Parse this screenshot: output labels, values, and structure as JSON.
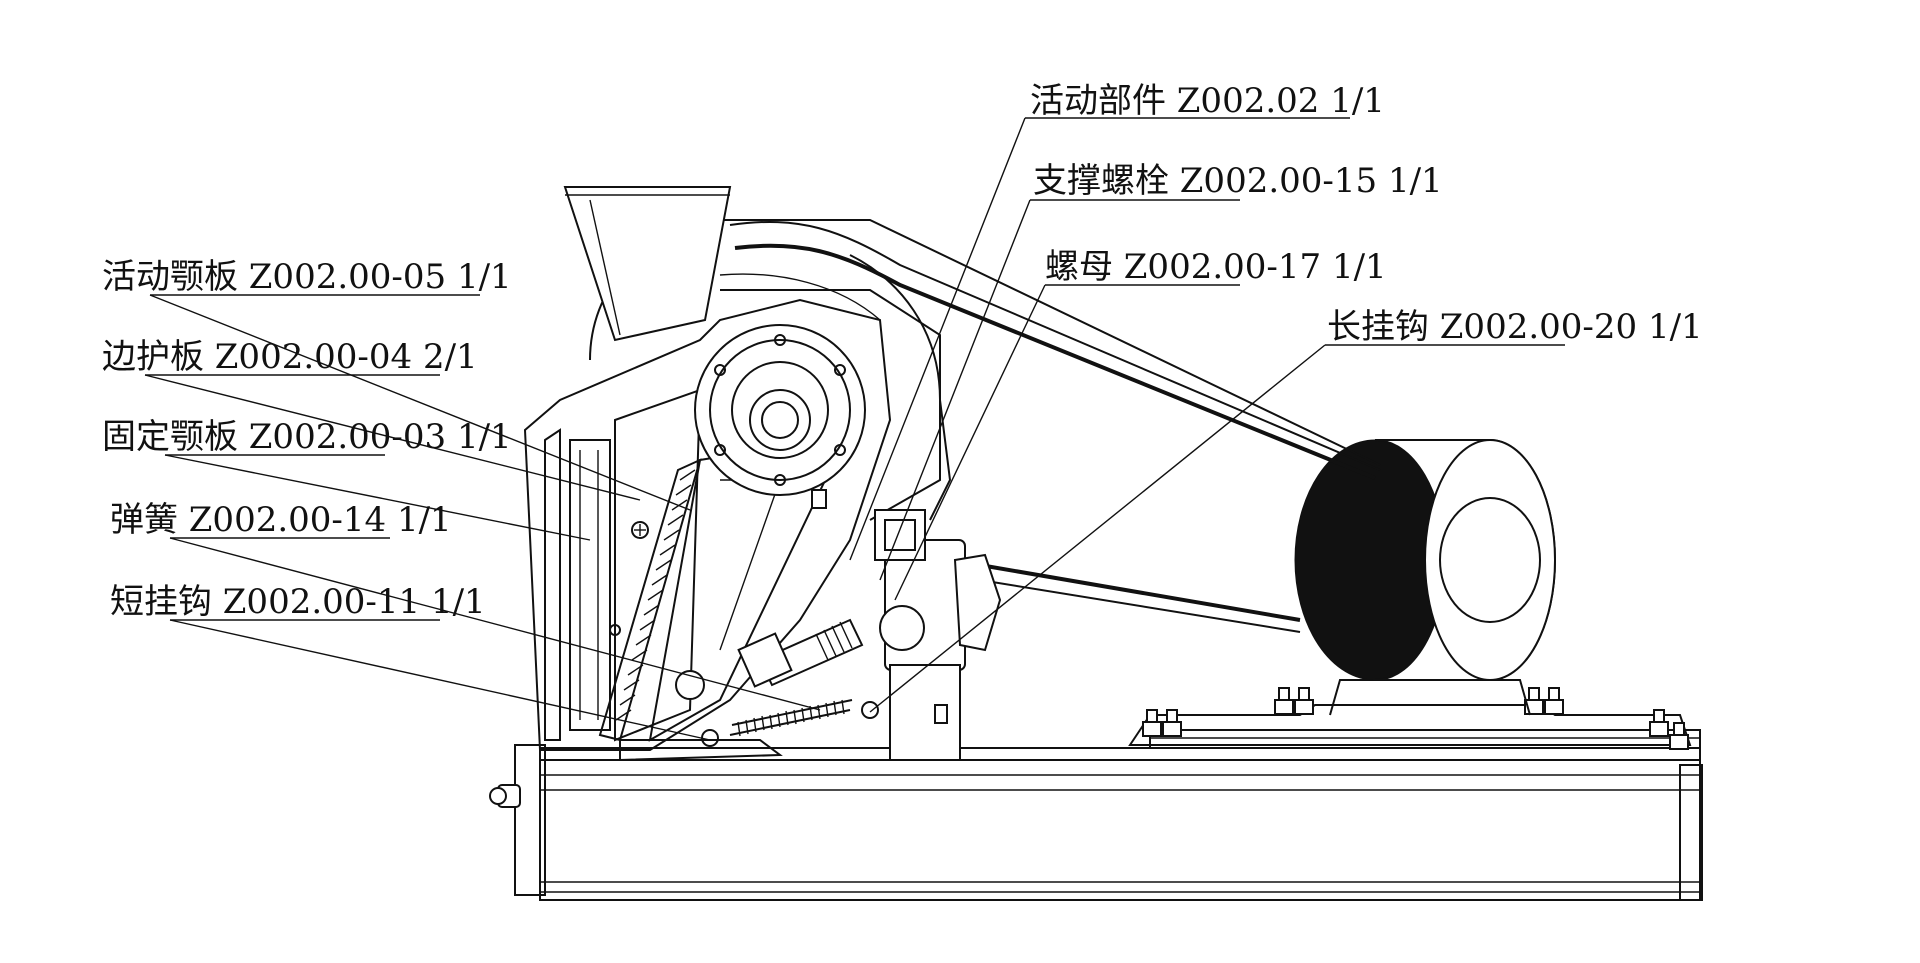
{
  "labels": {
    "movable_parts": "活动部件 Z002.02 1/1",
    "support_bolt": "支撑螺栓 Z002.00-15 1/1",
    "nut": "螺母 Z002.00-17 1/1",
    "long_hook": "长挂钩 Z002.00-20 1/1",
    "movable_jaw_plate": "活动颚板 Z002.00-05 1/1",
    "side_guard_plate": "边护板 Z002.00-04 2/1",
    "fixed_jaw_plate": "固定颚板 Z002.00-03 1/1",
    "spring": "弹簧 Z002.00-14 1/1",
    "short_hook": "短挂钩 Z002.00-11 1/1"
  }
}
